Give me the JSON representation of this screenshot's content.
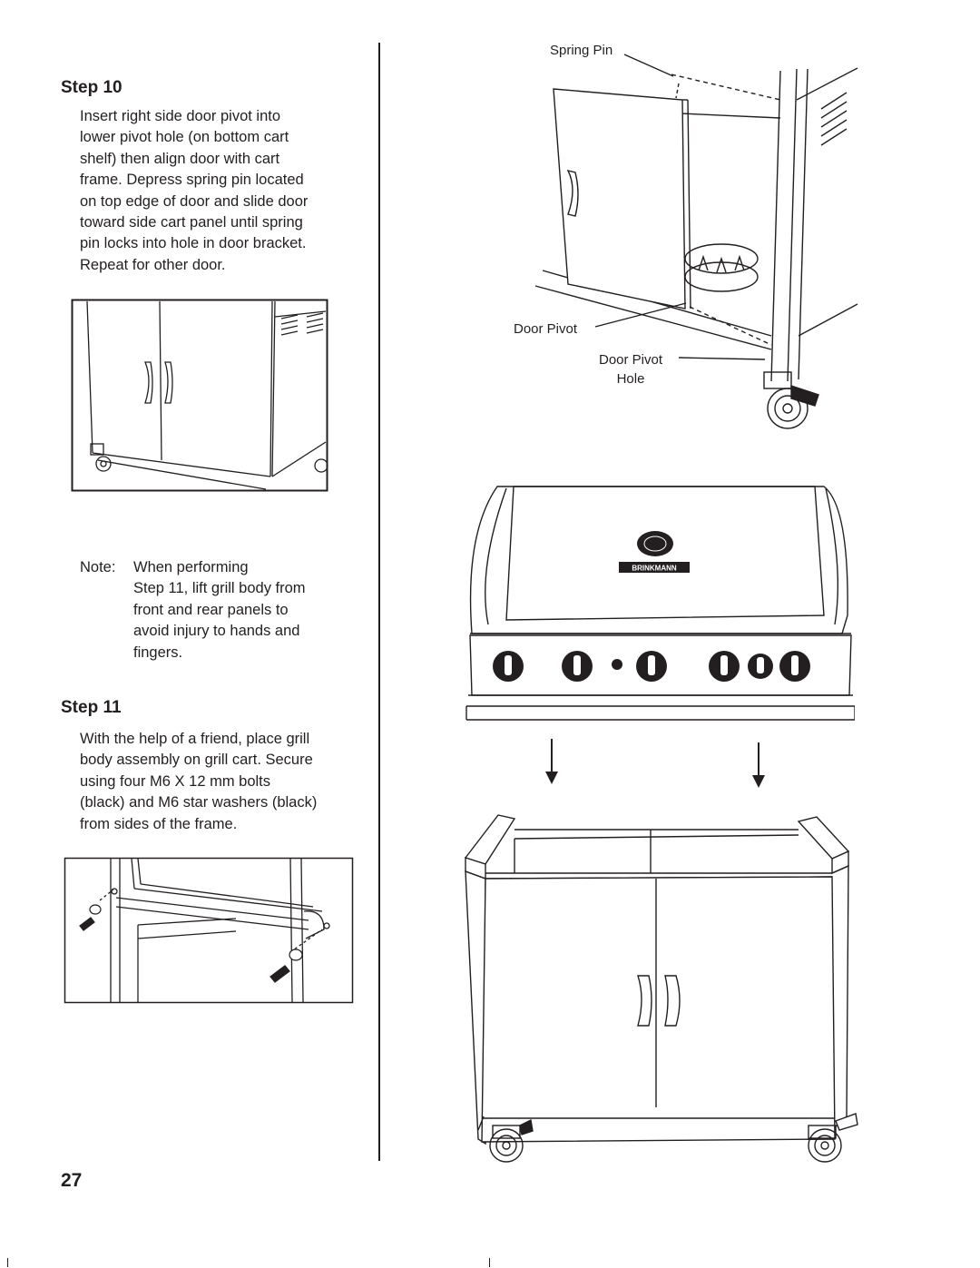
{
  "step10": {
    "heading": "Step 10",
    "body": "Insert right side door pivot into\nlower pivot hole (on bottom cart\nshelf) then align door with cart\nframe. Depress spring pin located\non top edge of door and slide door\ntoward side cart panel until spring\npin locks into hole in door bracket.\nRepeat for other door."
  },
  "note": {
    "label": "Note:",
    "text": "When performing\nStep 11, lift grill body from\nfront and rear panels to\navoid injury to hands and\nfingers."
  },
  "step11": {
    "heading": "Step 11",
    "body": "With the help of a friend, place grill\nbody assembly on grill cart. Secure\nusing four M6 X 12 mm bolts\n(black) and M6 star washers (black)\nfrom sides of the frame."
  },
  "callouts": {
    "spring_pin": "Spring Pin",
    "door_pivot": "Door Pivot",
    "door_pivot_hole": "Door Pivot\nHole"
  },
  "brand_logo": "BRINKMANN",
  "page_number": "27"
}
